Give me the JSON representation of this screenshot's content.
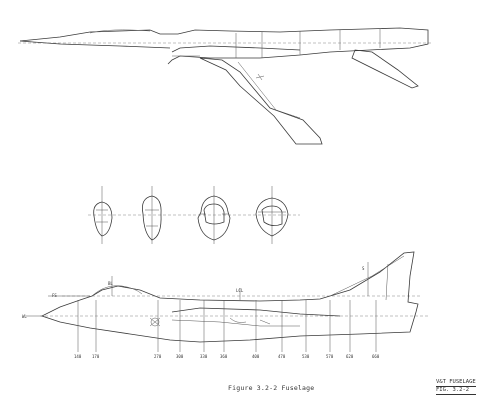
{
  "caption": "Figure 3.2-2  Fuselage",
  "stamp": {
    "line1": "V&T FUSELAGE",
    "line2": "FIG. 3.2-2"
  },
  "side_view": {
    "station_labels": [
      "FS",
      "WL",
      "BL",
      "LCL",
      "S"
    ]
  },
  "stations": [
    {
      "label": "140"
    },
    {
      "label": "170"
    },
    {
      "label": "270"
    },
    {
      "label": "300"
    },
    {
      "label": "330"
    },
    {
      "label": "360"
    },
    {
      "label": "400"
    },
    {
      "label": "470"
    },
    {
      "label": "530"
    },
    {
      "label": "570"
    },
    {
      "label": "620"
    },
    {
      "label": "660"
    }
  ],
  "colors": {
    "line": "#3a3a3a",
    "background": "#ffffff"
  }
}
